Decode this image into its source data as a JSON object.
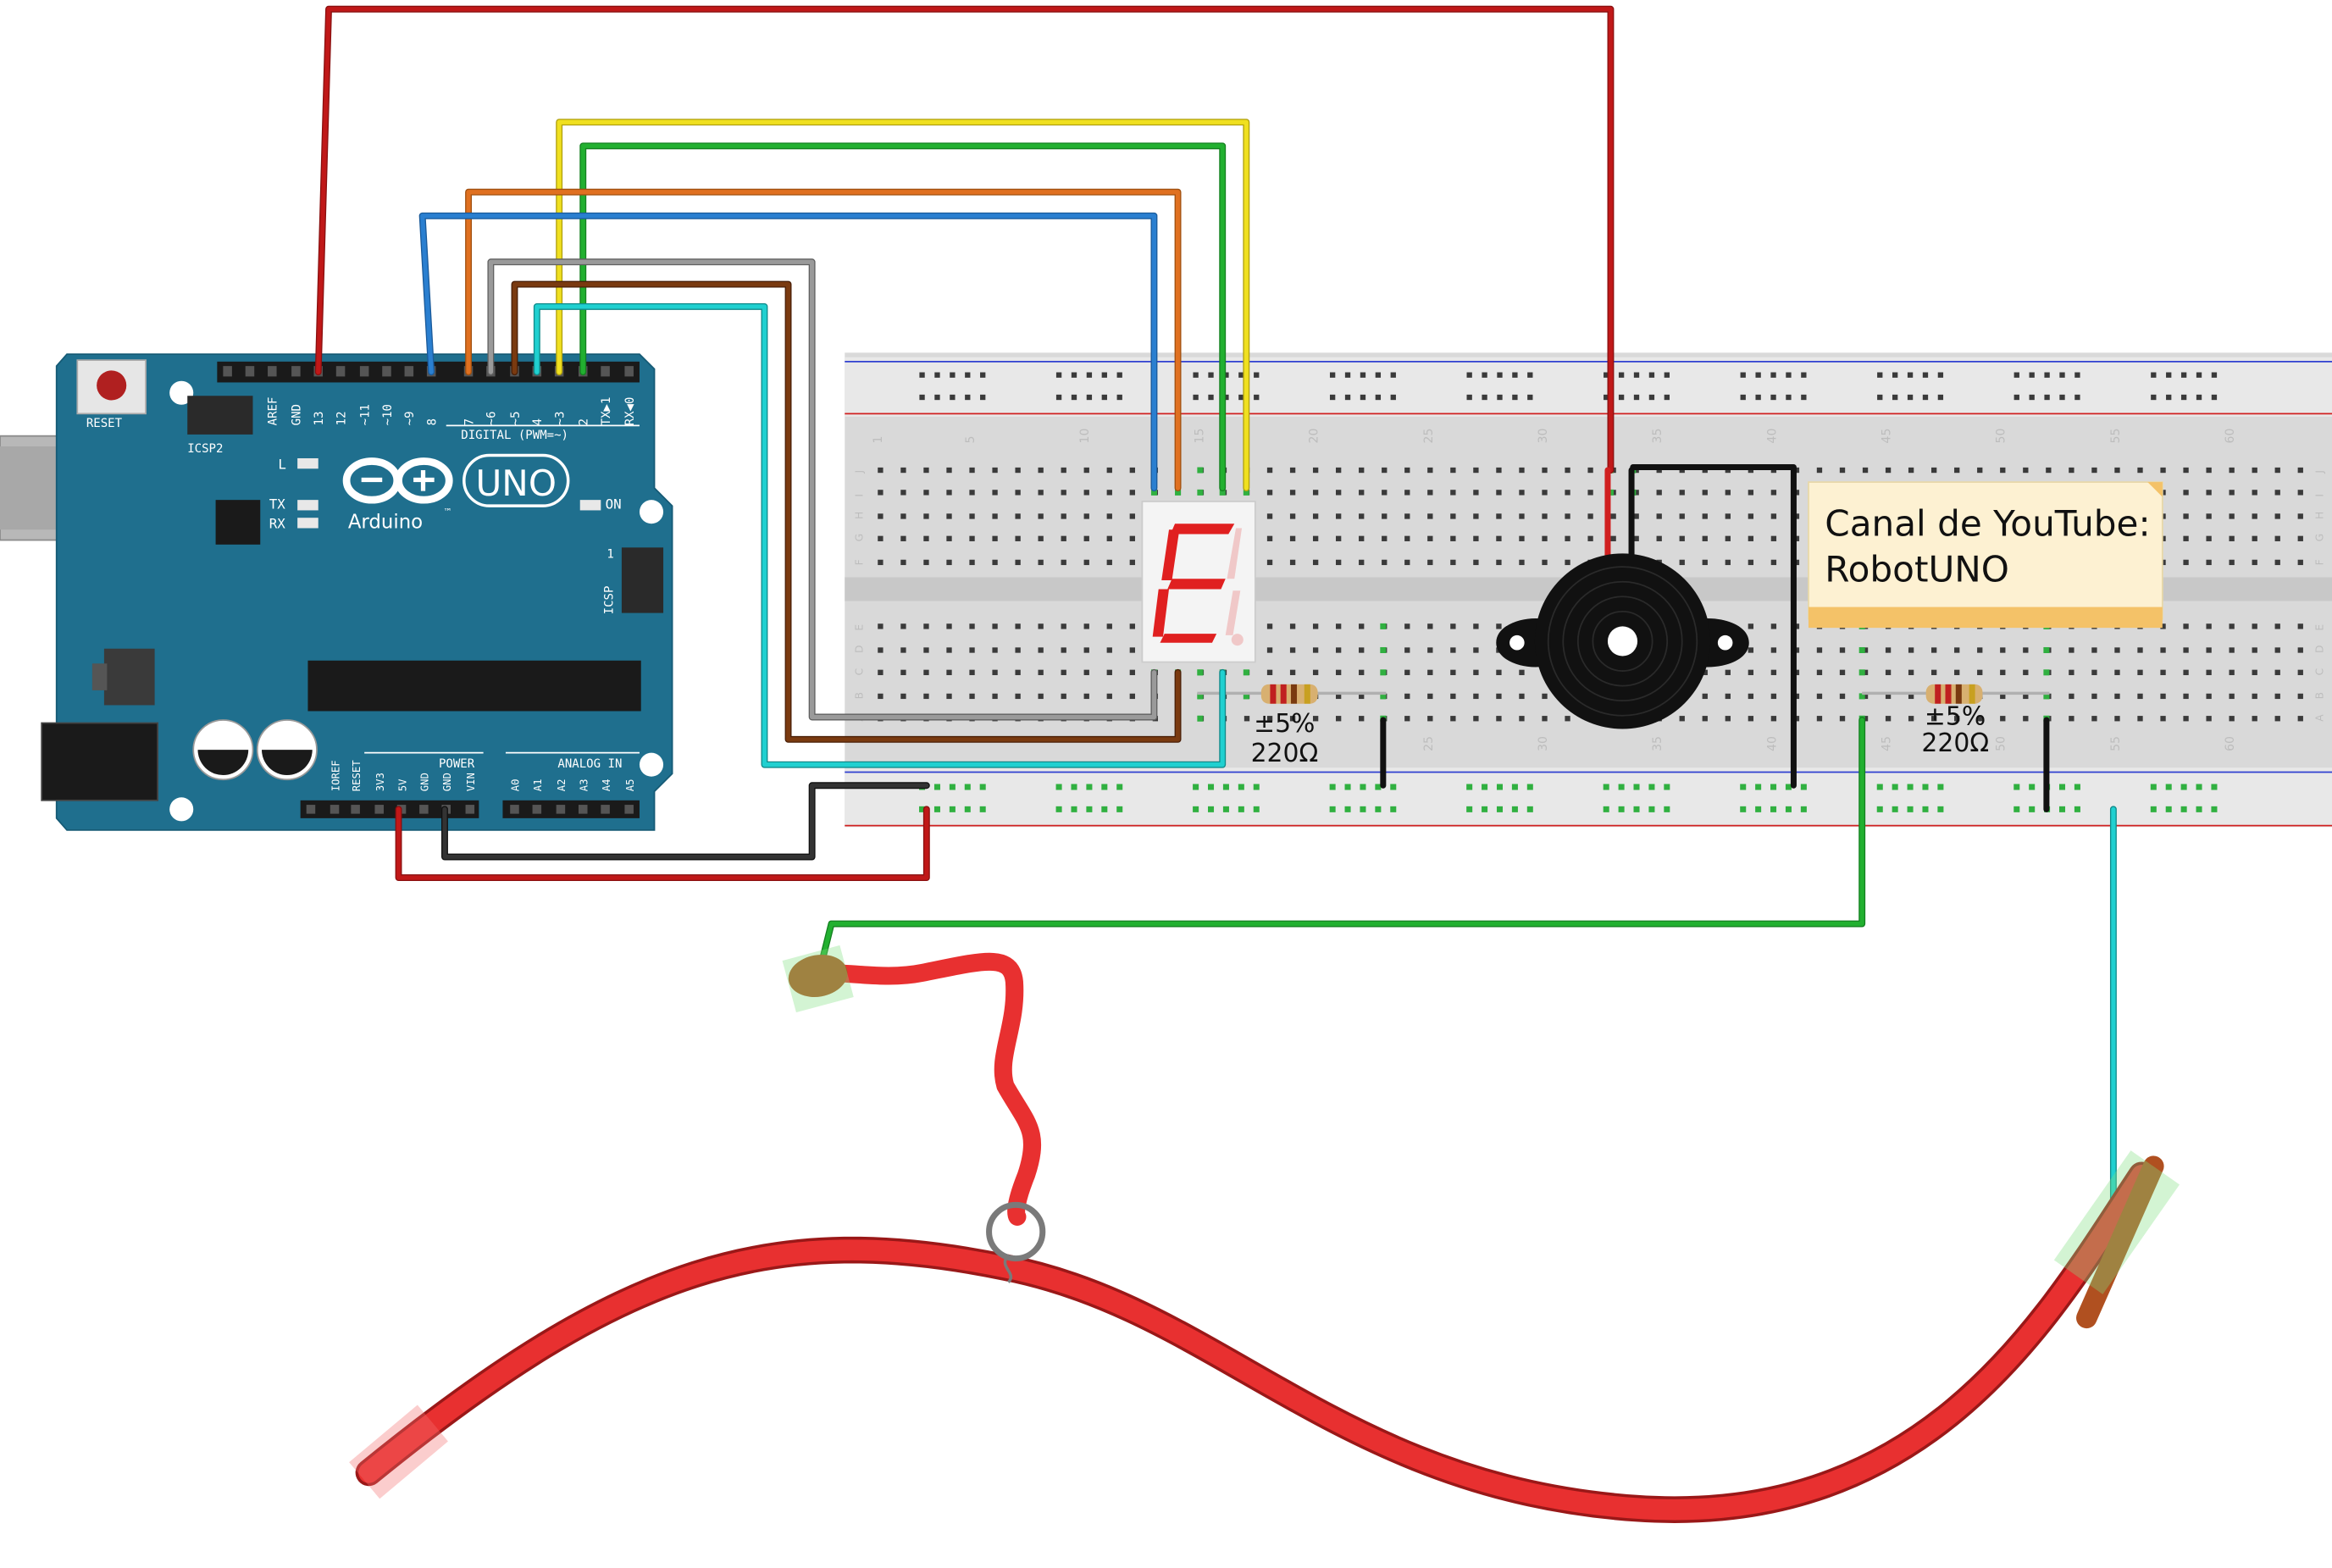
{
  "arduino": {
    "reset_label": "RESET",
    "icsp2_label": "ICSP2",
    "icsp_label": "ICSP",
    "icsp_pin1": "1",
    "digital_label": "DIGITAL (PWM=~)",
    "uno_label": "UNO",
    "brand_label": "Arduino",
    "tm": "™",
    "led_l": "L",
    "led_tx": "TX",
    "led_rx": "RX",
    "led_on": "ON",
    "power_label": "POWER",
    "analog_label": "ANALOG IN",
    "top_pins": [
      "AREF",
      "GND",
      "13",
      "12",
      "~11",
      "~10",
      "~9",
      "8",
      "7",
      "~6",
      "~5",
      "4",
      "~3",
      "2",
      "TX▶1",
      "RX◀0"
    ],
    "power_pins": [
      "IOREF",
      "RESET",
      "3V3",
      "5V",
      "GND",
      "GND",
      "VIN"
    ],
    "analog_pins": [
      "A0",
      "A1",
      "A2",
      "A3",
      "A4",
      "A5"
    ]
  },
  "breadboard": {
    "column_numbers": [
      "1",
      "5",
      "10",
      "15",
      "20",
      "25",
      "30",
      "35",
      "40",
      "45",
      "50",
      "55",
      "60"
    ],
    "row_letters_top": [
      "J",
      "I",
      "H",
      "G",
      "F"
    ],
    "row_letters_bottom": [
      "E",
      "D",
      "C",
      "B",
      "A"
    ]
  },
  "resistors": [
    {
      "tolerance": "±5%",
      "value": "220Ω"
    },
    {
      "tolerance": "±5%",
      "value": "220Ω"
    }
  ],
  "note": {
    "line1": "Canal de YouTube:",
    "line2": "RobotUNO"
  },
  "colors": {
    "board": "#1f6f8e",
    "wire_red": "#c01818",
    "wire_yellow": "#f0e020",
    "wire_green": "#22b030",
    "wire_orange": "#e07020",
    "wire_blue": "#2a7fd0",
    "wire_gray": "#8a8a8a",
    "wire_brown": "#7a3a10",
    "wire_cyan": "#20d0d0",
    "wire_black": "#222222",
    "segment_on": "#e02020",
    "note_bg": "#fdf1d2"
  }
}
